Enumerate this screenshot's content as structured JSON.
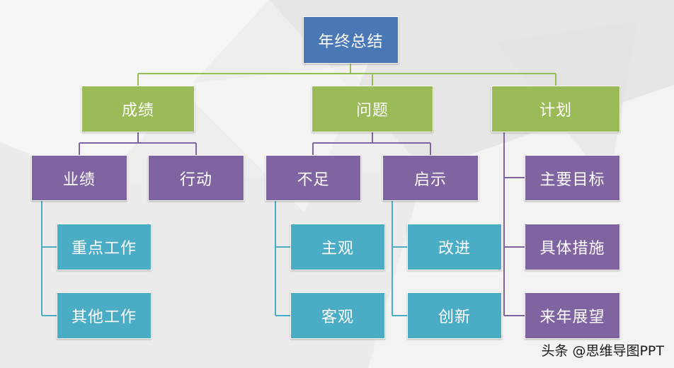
{
  "root": {
    "label": "年终总结"
  },
  "branches": {
    "results": {
      "label": "成绩",
      "children": {
        "performance": {
          "label": "业绩",
          "items": [
            "重点工作",
            "其他工作"
          ]
        },
        "action": {
          "label": "行动"
        }
      }
    },
    "problems": {
      "label": "问题",
      "children": {
        "shortfall": {
          "label": "不足",
          "items": [
            "主观",
            "客观"
          ]
        },
        "insight": {
          "label": "启示",
          "items": [
            "改进",
            "创新"
          ]
        }
      }
    },
    "plan": {
      "label": "计划",
      "items": [
        "主要目标",
        "具体措施",
        "来年展望"
      ]
    }
  },
  "watermark": "头条 @思维导图PPT",
  "colors": {
    "root": "#4a78b6",
    "level1": "#9bbb59",
    "level2": "#8064a2",
    "level3": "#4bacc6",
    "connector_green": "#9bbb59",
    "connector_purple": "#8064a2",
    "connector_teal": "#4bacc6"
  }
}
